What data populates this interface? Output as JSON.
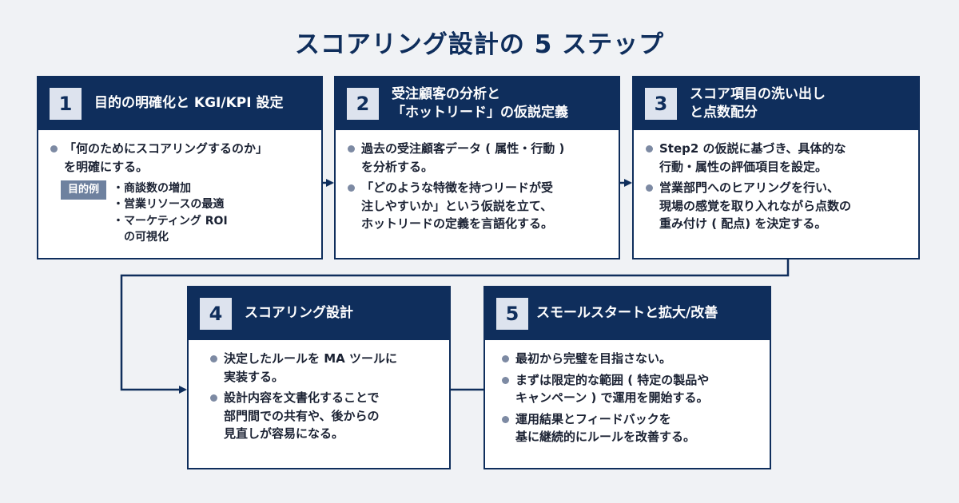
{
  "title": "スコアリング設計の 5 ステップ",
  "colors": {
    "primary": "#0f2e5c",
    "number_bg": "#dde3ee",
    "bullet": "#7d8aa3",
    "tag": "#6e819f",
    "background": "#f0f2f5"
  },
  "steps": [
    {
      "number": "1",
      "title_lines": [
        "目的の明確化と KGI/KPI 設定"
      ],
      "bullets": [
        [
          "「何のためにスコアリングするのか」",
          "を明確にする。"
        ]
      ],
      "example": {
        "tag": "目的例",
        "items": [
          [
            "商談数の増加"
          ],
          [
            "営業リソースの最適"
          ],
          [
            "マーケティング ROI",
            "の可視化"
          ]
        ]
      }
    },
    {
      "number": "2",
      "title_lines": [
        "受注顧客の分析と",
        "「ホットリード」の仮説定義"
      ],
      "bullets": [
        [
          "過去の受注顧客データ ( 属性・行動 )",
          "を分析する。"
        ],
        [
          "「どのような特徴を持つリードが受",
          "注しやすいか」という仮説を立て、",
          "ホットリードの定義を言語化する。"
        ]
      ]
    },
    {
      "number": "3",
      "title_lines": [
        "スコア項目の洗い出し",
        "と点数配分"
      ],
      "bullets": [
        [
          "Step2 の仮説に基づき、具体的な",
          "行動・属性の評価項目を設定。"
        ],
        [
          "営業部門へのヒアリングを行い、",
          "現場の感覚を取り入れながら点数の",
          "重み付け ( 配点) を決定する。"
        ]
      ]
    },
    {
      "number": "4",
      "title_lines": [
        "スコアリング設計"
      ],
      "bullets": [
        [
          "決定したルールを MA ツールに",
          "実装する。"
        ],
        [
          "設計内容を文書化することで",
          "部門間での共有や、後からの",
          "見直しが容易になる。"
        ]
      ]
    },
    {
      "number": "5",
      "title_lines": [
        "スモールスタートと拡大/改善"
      ],
      "bullets": [
        [
          "最初から完璧を目指さない。"
        ],
        [
          "まずは限定的な範囲 ( 特定の製品や",
          "キャンペーン ) で運用を開始する。"
        ],
        [
          "運用結果とフィードバックを",
          "基に継続的にルールを改善する。"
        ]
      ]
    }
  ]
}
